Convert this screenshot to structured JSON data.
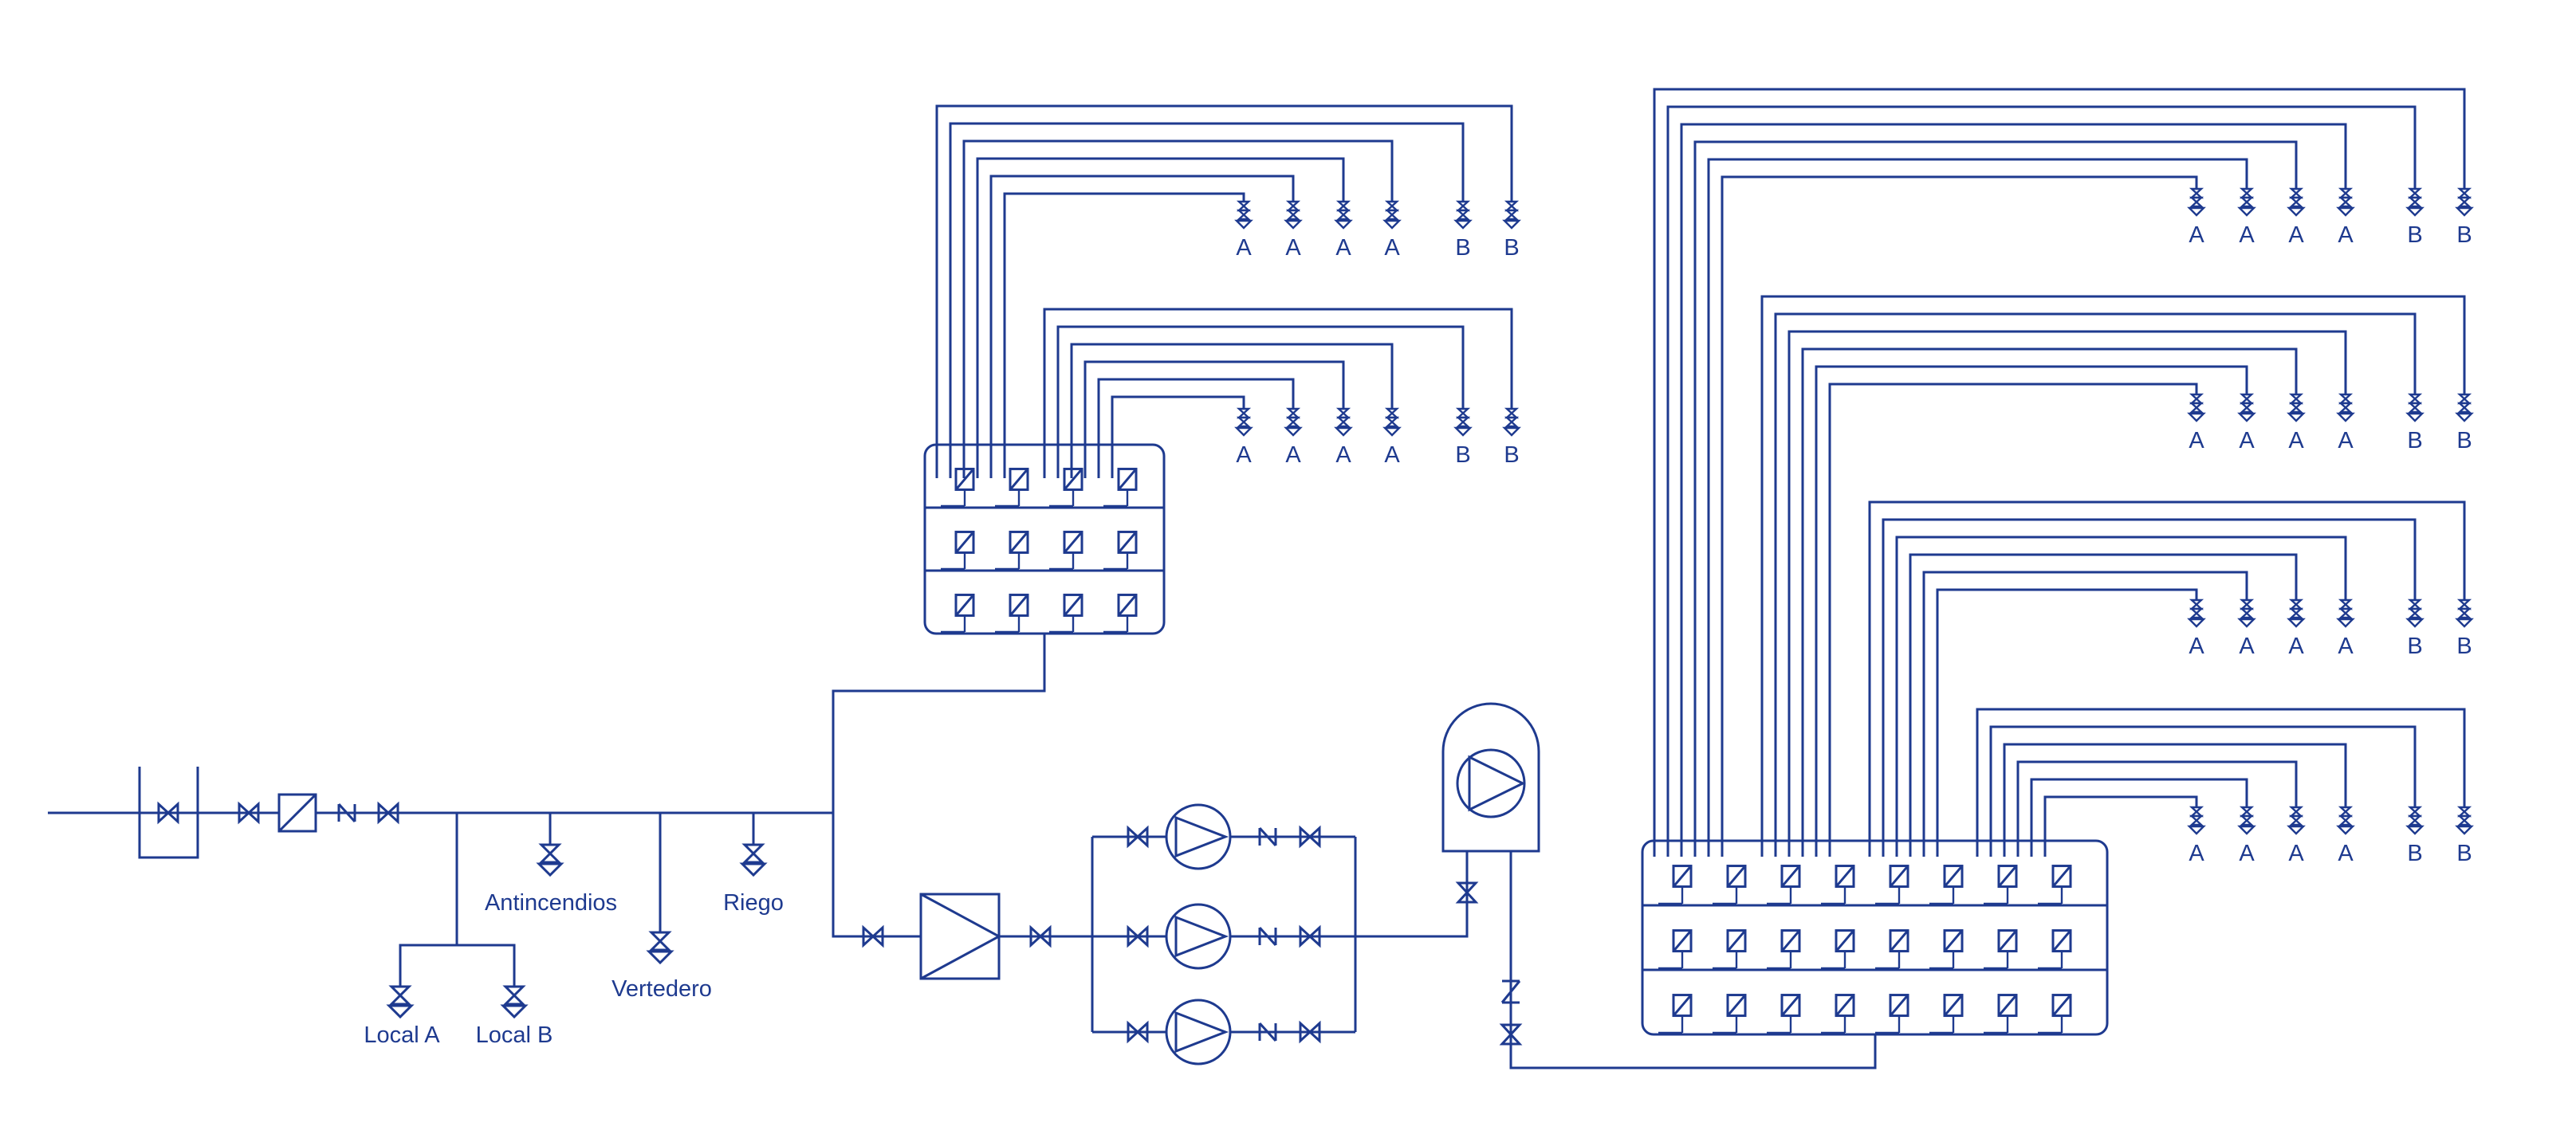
{
  "colors": {
    "line": "#1e3a8f",
    "background": "#ffffff",
    "pipe_behind_manifold": "#aab6de"
  },
  "labels": {
    "antincendios": "Antincendios",
    "riego": "Riego",
    "vertedero": "Vertedero",
    "local_a": "Local A",
    "local_b": "Local B"
  },
  "outlet_rows": [
    [
      "A",
      "A",
      "A",
      "A",
      "B",
      "B"
    ],
    [
      "A",
      "A",
      "A",
      "A",
      "B",
      "B"
    ],
    [
      "A",
      "A",
      "A",
      "A",
      "B",
      "B"
    ],
    [
      "A",
      "A",
      "A",
      "A",
      "B",
      "B"
    ],
    [
      "A",
      "A",
      "A",
      "A",
      "B",
      "B"
    ],
    [
      "A",
      "A",
      "A",
      "A",
      "B",
      "B"
    ]
  ],
  "icons": [
    "gate-valve-icon",
    "filter-icon",
    "check-valve-icon",
    "pump-icon",
    "tank-icon",
    "hydropneumatic-tank-icon",
    "tap-icon",
    "manifold-icon",
    "meter-icon"
  ]
}
